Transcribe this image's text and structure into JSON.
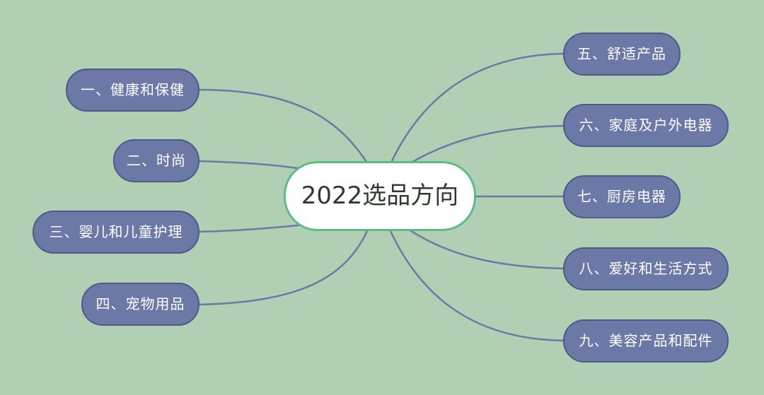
{
  "map": {
    "center": "2022选品方向",
    "left": [
      "一、健康和保健",
      "二、时尚",
      "三、婴儿和儿童护理",
      "四、宠物用品"
    ],
    "right": [
      "五、舒适产品",
      "六、家庭及户外电器",
      "七、厨房电器",
      "八、爱好和生活方式",
      "九、美容产品和配件"
    ]
  },
  "colors": {
    "background": "#b1cfb3",
    "node_fill": "#6c79a7",
    "center_border": "#5dbb86",
    "link": "#6c79a7"
  }
}
